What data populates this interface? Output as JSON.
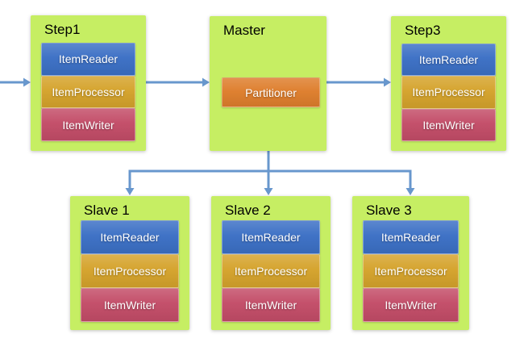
{
  "colors": {
    "node_background": "#c6ee63",
    "item_reader": "#3c70c5",
    "item_processor": "#d5a32c",
    "item_writer": "#c34d68",
    "partitioner": "#de7e2d",
    "connector": "#6897cd",
    "title_text": "#000000",
    "component_text": "#ffffff"
  },
  "nodes": {
    "step1": {
      "title": "Step1",
      "components": {
        "reader": "ItemReader",
        "processor": "ItemProcessor",
        "writer": "ItemWriter"
      }
    },
    "master": {
      "title": "Master",
      "components": {
        "partitioner": "Partitioner"
      }
    },
    "step3": {
      "title": "Step3",
      "components": {
        "reader": "ItemReader",
        "processor": "ItemProcessor",
        "writer": "ItemWriter"
      }
    },
    "slave1": {
      "title": "Slave 1",
      "components": {
        "reader": "ItemReader",
        "processor": "ItemProcessor",
        "writer": "ItemWriter"
      }
    },
    "slave2": {
      "title": "Slave 2",
      "components": {
        "reader": "ItemReader",
        "processor": "ItemProcessor",
        "writer": "ItemWriter"
      }
    },
    "slave3": {
      "title": "Slave 3",
      "components": {
        "reader": "ItemReader",
        "processor": "ItemProcessor",
        "writer": "ItemWriter"
      }
    }
  }
}
